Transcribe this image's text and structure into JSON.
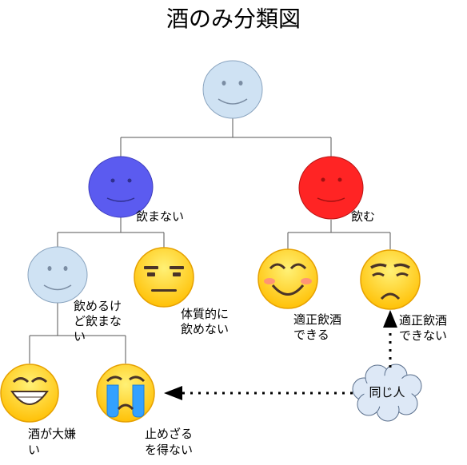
{
  "title": "酒のみ分類図",
  "colors": {
    "pale_face": "#cfe2f3",
    "pale_stroke": "#8aa4bf",
    "blue_face": "#5b5bf0",
    "red_face": "#ff2424",
    "emoji_yellow": "#ffcd2b",
    "emoji_orange": "#f59b00",
    "cheek": "#ff8a80",
    "tear_blue": "#33a1ff",
    "cloud": "#dde8f6",
    "arrow": "#000000"
  },
  "nodes": {
    "root": {
      "icon": "plain-smiley-face"
    },
    "non_drinker": {
      "label": "飲まない",
      "icon": "blue-smiley-face"
    },
    "drinker": {
      "label": "飲む",
      "icon": "red-smiley-face"
    },
    "can_but_dont": {
      "lines": [
        "飲めるけ",
        "ど飲まな",
        "い"
      ],
      "icon": "pale-smiley-face"
    },
    "cannot": {
      "lines": [
        "体質的に",
        "飲めない"
      ],
      "icon": "expressionless-face"
    },
    "moderate": {
      "lines": [
        "適正飲酒",
        "できる"
      ],
      "icon": "blushing-smile-face"
    },
    "immoderate": {
      "lines": [
        "適正飲酒",
        "できない"
      ],
      "icon": "frowning-face"
    },
    "hates_alcohol": {
      "lines": [
        "酒が大嫌",
        "い"
      ],
      "icon": "grinning-face"
    },
    "cant_stop": {
      "lines": [
        "止めざる",
        "を得ない"
      ],
      "icon": "crying-face"
    }
  },
  "cloud": {
    "label": "同じ人"
  }
}
